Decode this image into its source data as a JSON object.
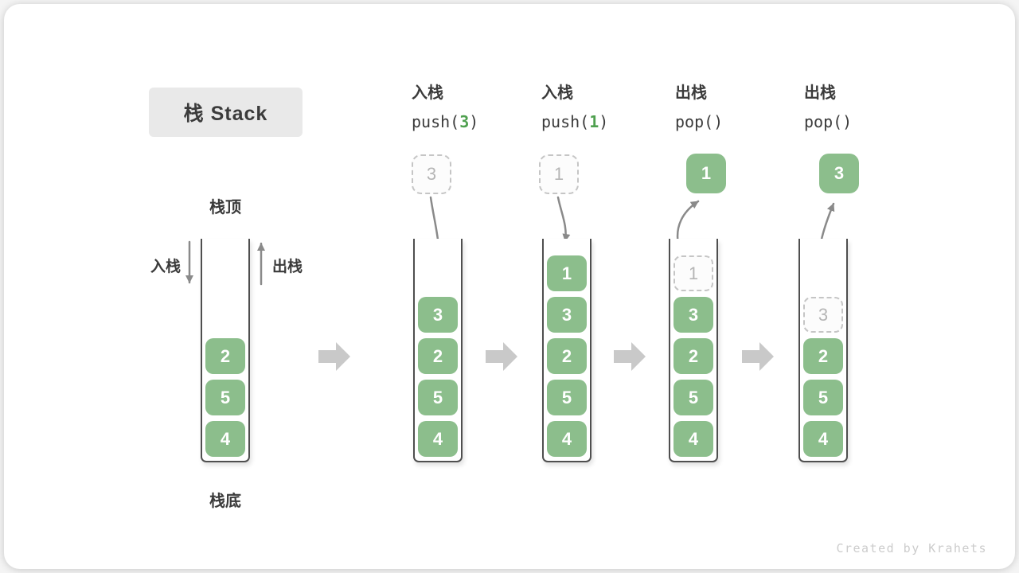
{
  "title_badge": "栈 Stack",
  "side_labels": {
    "top": "栈顶",
    "bottom": "栈底",
    "push": "入栈",
    "pop": "出栈"
  },
  "operations": [
    {
      "label": "入栈",
      "code_pre": "push(",
      "code_arg": "3",
      "code_post": ")"
    },
    {
      "label": "入栈",
      "code_pre": "push(",
      "code_arg": "1",
      "code_post": ")"
    },
    {
      "label": "出栈",
      "code_pre": "pop(",
      "code_arg": "",
      "code_post": ")"
    },
    {
      "label": "出栈",
      "code_pre": "pop(",
      "code_arg": "",
      "code_post": ")"
    }
  ],
  "stacks": [
    {
      "name": "initial-stack",
      "items": [
        {
          "value": "2",
          "ghost": false
        },
        {
          "value": "5",
          "ghost": false
        },
        {
          "value": "4",
          "ghost": false
        }
      ]
    },
    {
      "name": "after-push-3",
      "items": [
        {
          "value": "3",
          "ghost": false
        },
        {
          "value": "2",
          "ghost": false
        },
        {
          "value": "5",
          "ghost": false
        },
        {
          "value": "4",
          "ghost": false
        }
      ]
    },
    {
      "name": "after-push-1",
      "items": [
        {
          "value": "1",
          "ghost": false
        },
        {
          "value": "3",
          "ghost": false
        },
        {
          "value": "2",
          "ghost": false
        },
        {
          "value": "5",
          "ghost": false
        },
        {
          "value": "4",
          "ghost": false
        }
      ]
    },
    {
      "name": "after-pop-1",
      "items": [
        {
          "value": "1",
          "ghost": true
        },
        {
          "value": "3",
          "ghost": false
        },
        {
          "value": "2",
          "ghost": false
        },
        {
          "value": "5",
          "ghost": false
        },
        {
          "value": "4",
          "ghost": false
        }
      ]
    },
    {
      "name": "after-pop-3",
      "items": [
        {
          "value": "3",
          "ghost": true
        },
        {
          "value": "2",
          "ghost": false
        },
        {
          "value": "5",
          "ghost": false
        },
        {
          "value": "4",
          "ghost": false
        }
      ]
    }
  ],
  "floating_boxes": [
    {
      "value": "3",
      "style": "ghost"
    },
    {
      "value": "1",
      "style": "ghost"
    },
    {
      "value": "1",
      "style": "solid"
    },
    {
      "value": "3",
      "style": "solid"
    }
  ],
  "footer": "Created by Krahets",
  "colors": {
    "item_green": "#8cbe8c",
    "code_green": "#4fa04f",
    "text_dark": "#3b3b3b",
    "container_wall": "#4f4f4f",
    "ghost_border": "#c5c5c5",
    "ghost_text": "#b5b5b5",
    "ghost_bg": "#fcfcfc",
    "curve_arrow": "#8a8a8a",
    "flow_arrow": "#c9c9c9",
    "badge_bg": "#e9e9e9",
    "footer_gray": "#cccccc"
  }
}
